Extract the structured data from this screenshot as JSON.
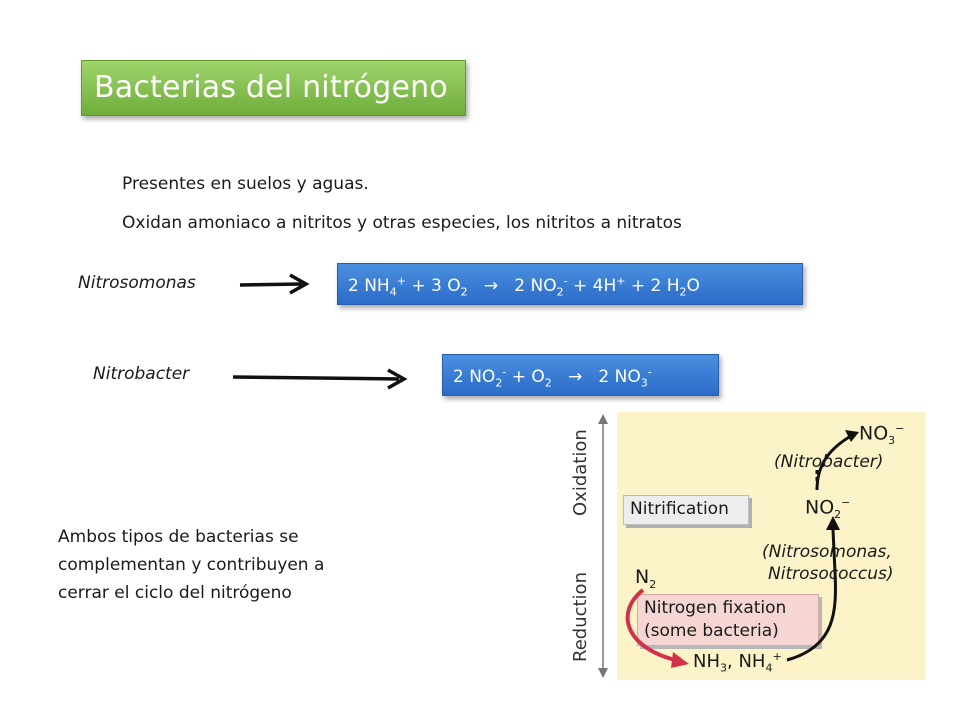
{
  "title": "Bacterias del nitrógeno",
  "intro": {
    "line1": "Presentes en suelos y aguas.",
    "line2": "Oxidan amoniaco a nitritos y otras especies, los nitritos a nitratos"
  },
  "reactions": [
    {
      "organism": "Nitrosomonas",
      "equation": "2 NH4+ + 3 O2 → 2 NO2- + 4H+ + 2 H2O"
    },
    {
      "organism": "Nitrobacter",
      "equation": "2 NO2- + O2 → 2 NO3-"
    }
  ],
  "summary": "Ambos tipos de bacterias se complementan y contribuyen a cerrar el ciclo del nitrógeno",
  "summary_lines": [
    "Ambos tipos de bacterias se",
    "complementan y contribuyen a",
    "cerrar el ciclo del nitrógeno"
  ],
  "figure": {
    "axis_top": "Oxidation",
    "axis_bottom": "Reduction",
    "nitrification": "Nitrification",
    "nitrobacter": "(Nitrobacter)",
    "nitrosomonas_line1": "(Nitrosomonas,",
    "nitrosomonas_line2": "Nitrosococcus)",
    "fixation_line1": "Nitrogen fixation",
    "fixation_line2": "(some bacteria)",
    "species": {
      "no3": "NO3−",
      "no2": "NO2−",
      "n2": "N2",
      "nh": "NH3, NH4+"
    },
    "colors": {
      "background": "#fcf4c8",
      "fixation_arrow": "#d1324a"
    }
  },
  "colors": {
    "title_green": "#7dbb45",
    "equation_blue": "#3478d4"
  }
}
